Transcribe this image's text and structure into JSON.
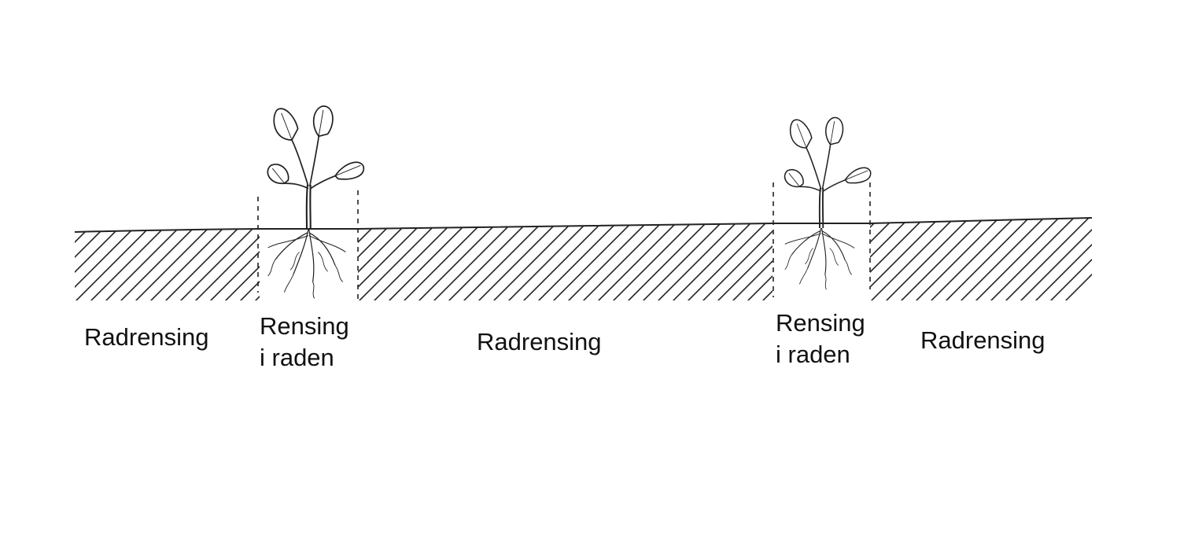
{
  "labels": {
    "inter_row_left": "Radrensing",
    "in_row_left_line1": "Rensing",
    "in_row_left_line2": "i raden",
    "inter_row_middle": "Radrensing",
    "in_row_right_line1": "Rensing",
    "in_row_right_line2": "i raden",
    "inter_row_right": "Radrensing"
  },
  "colors": {
    "ink": "#222222",
    "background": "#ffffff"
  },
  "icons": [
    "plant-seedling-icon",
    "plant-roots-icon"
  ]
}
